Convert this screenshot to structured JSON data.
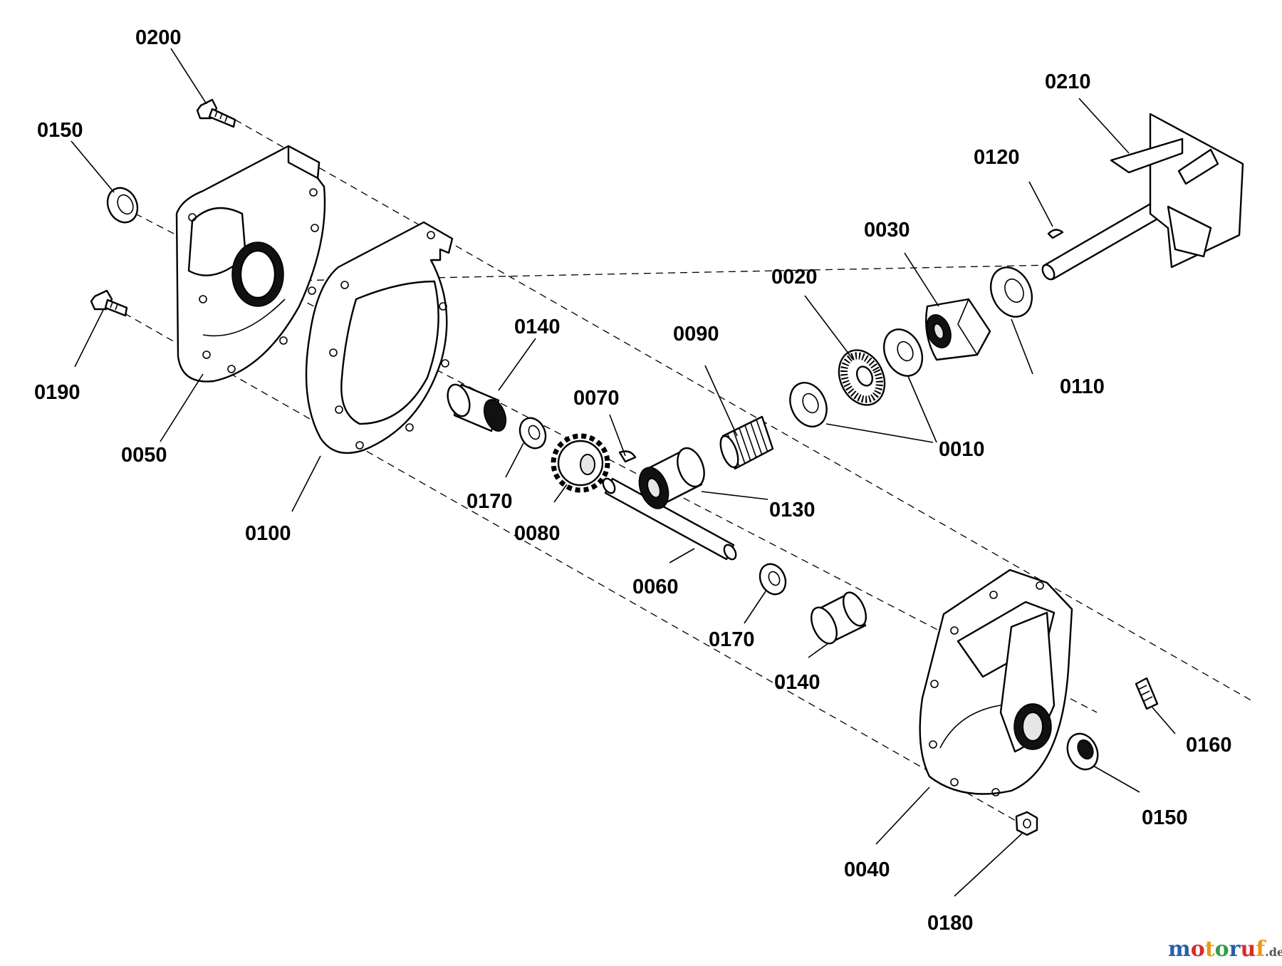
{
  "labels": {
    "p0200": "0200",
    "p0150a": "0150",
    "p0190": "0190",
    "p0050": "0050",
    "p0100": "0100",
    "p0140a": "0140",
    "p0170a": "0170",
    "p0080": "0080",
    "p0070": "0070",
    "p0090": "0090",
    "p0060": "0060",
    "p0130": "0130",
    "p0020": "0020",
    "p0030": "0030",
    "p0010": "0010",
    "p0110": "0110",
    "p0120": "0120",
    "p0210": "0210",
    "p0170b": "0170",
    "p0140b": "0140",
    "p0040": "0040",
    "p0160": "0160",
    "p0150b": "0150",
    "p0180": "0180"
  },
  "watermark": {
    "brand": "motoruf",
    "suffix": ".de",
    "colors": [
      "#2a5ea8",
      "#d92b2b",
      "#e69a17",
      "#2f9e44",
      "#2a5ea8",
      "#d92b2b",
      "#e69a17"
    ]
  }
}
